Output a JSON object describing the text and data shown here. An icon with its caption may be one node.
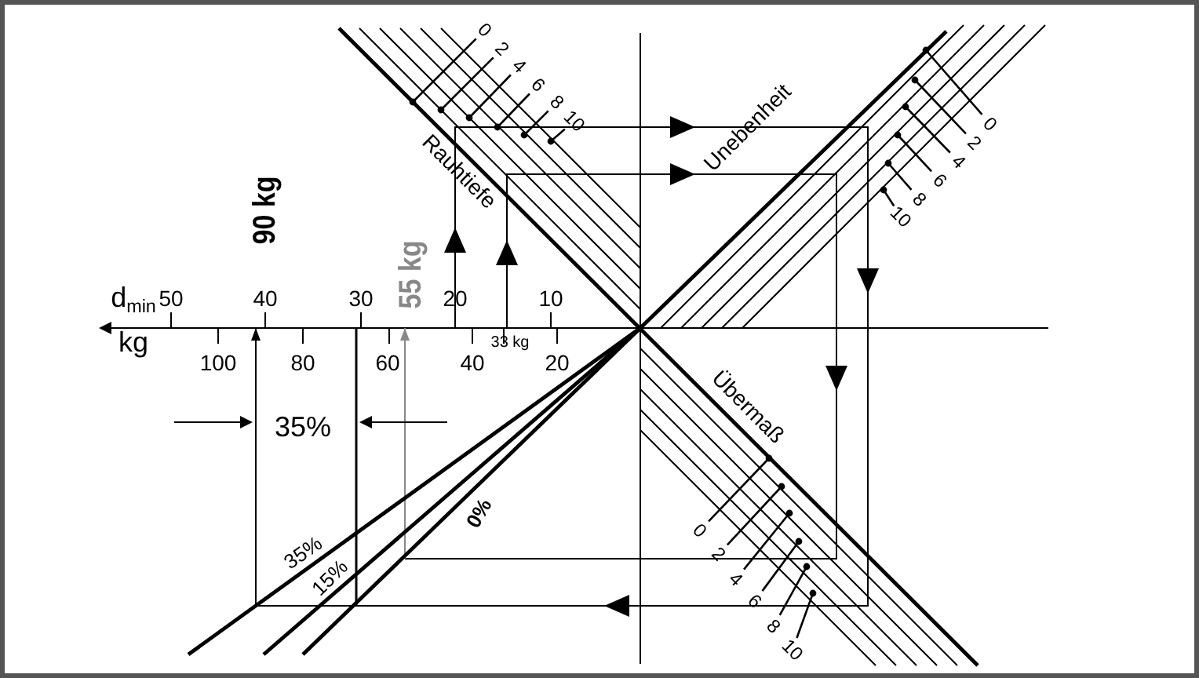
{
  "diagram": {
    "labels": [
      "0",
      "2",
      "4",
      "6",
      "8",
      "10",
      "0",
      "2",
      "4",
      "6",
      "8",
      "10",
      "Rauhtiefe",
      "Unebenheit",
      "90 kg",
      "55 kg",
      "d$_{min}$",
      "50",
      "40",
      "30",
      "20",
      "10",
      "kg",
      "33 kg",
      "100",
      "80",
      "60",
      "40",
      "20",
      "35%",
      "Übermaß",
      "0%",
      "35%",
      "15%",
      "0",
      "2",
      "4",
      "6",
      "8",
      "10"
    ]
  }
}
